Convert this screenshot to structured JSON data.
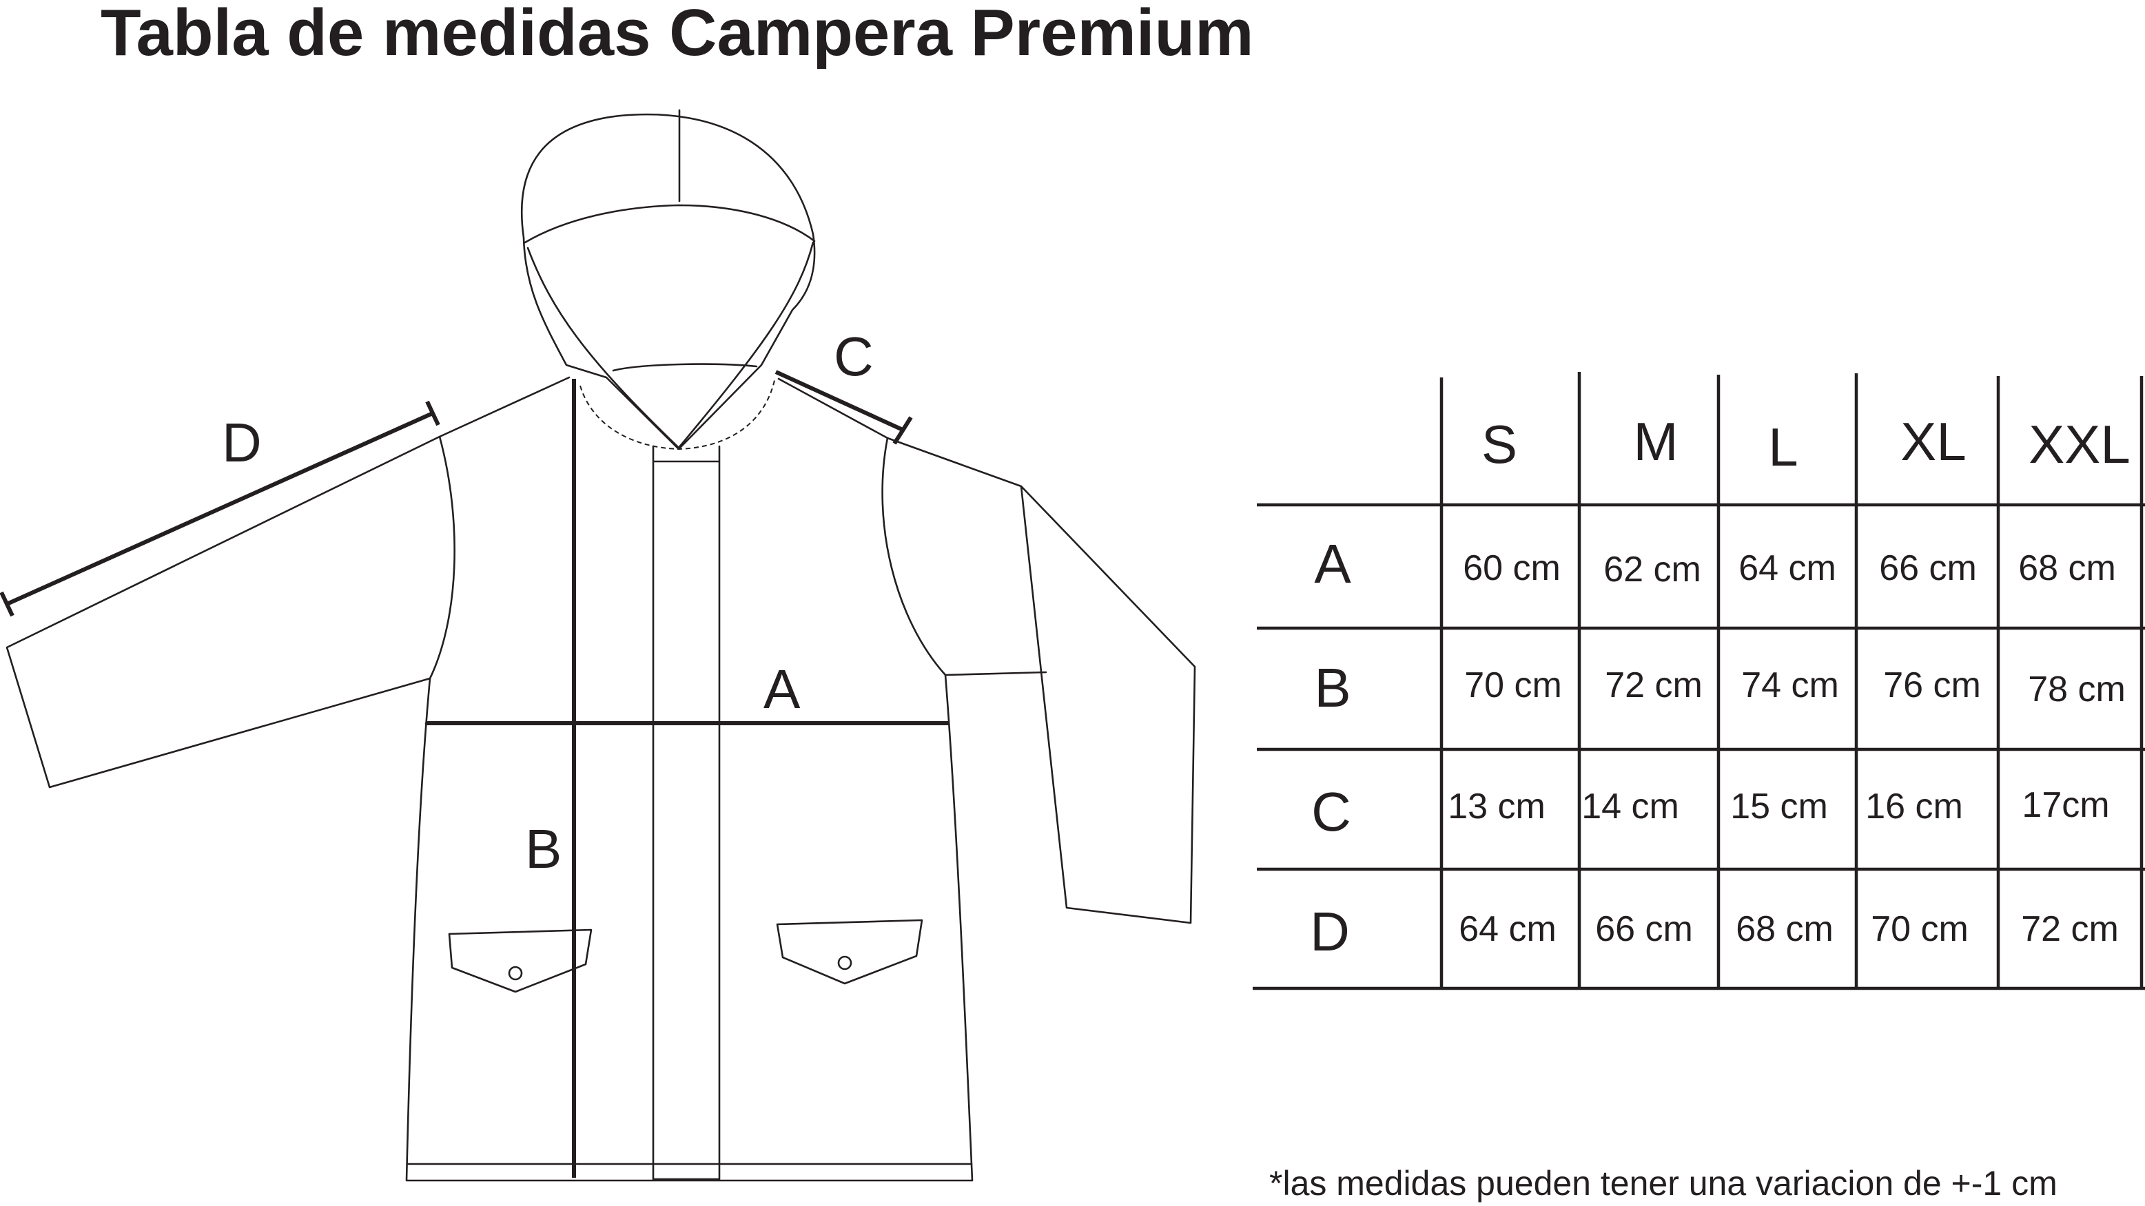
{
  "title": "Tabla de medidas Campera Premium",
  "diagram_labels": {
    "A": "A",
    "B": "B",
    "C": "C",
    "D": "D"
  },
  "table": {
    "sizes": [
      "S",
      "M",
      "L",
      "XL",
      "XXL"
    ],
    "rows": [
      {
        "label": "A",
        "values": [
          "60 cm",
          "62 cm",
          "64 cm",
          "66 cm",
          "68 cm"
        ]
      },
      {
        "label": "B",
        "values": [
          "70 cm",
          "72 cm",
          "74 cm",
          "76 cm",
          "78 cm"
        ]
      },
      {
        "label": "C",
        "values": [
          "13 cm",
          "14 cm",
          "15 cm",
          "16 cm",
          "17cm"
        ]
      },
      {
        "label": "D",
        "values": [
          "64 cm",
          "66 cm",
          "68 cm",
          "70 cm",
          "72 cm"
        ]
      }
    ]
  },
  "footnote": "*las medidas pueden tener una variacion de +-1 cm",
  "colors": {
    "ink": "#231f20",
    "background": "#ffffff"
  }
}
